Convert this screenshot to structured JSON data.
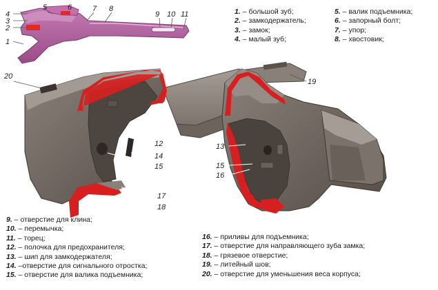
{
  "figure": {
    "callouts": [
      "1",
      "2",
      "3",
      "4",
      "5",
      "6",
      "7",
      "8",
      "9",
      "10",
      "11",
      "12",
      "13",
      "14",
      "15",
      "16",
      "17",
      "18",
      "19",
      "20"
    ]
  },
  "legend": {
    "top_left": [
      {
        "num": "1.",
        "text": " – большой зуб;"
      },
      {
        "num": "2.",
        "text": " – замкодержатель;"
      },
      {
        "num": "3.",
        "text": " – замок;"
      },
      {
        "num": "4.",
        "text": " – малый зуб;"
      }
    ],
    "top_right": [
      {
        "num": "5.",
        "text": " – валик подъемника;"
      },
      {
        "num": "6.",
        "text": " – запорный болт;"
      },
      {
        "num": "7.",
        "text": " – упор;"
      },
      {
        "num": "8.",
        "text": " – хвостовик;"
      }
    ],
    "bottom_left": [
      {
        "num": "9.",
        "text": " – отверстие для клина;"
      },
      {
        "num": "10.",
        "text": " – перемычка;"
      },
      {
        "num": "11.",
        "text": " – торец;"
      },
      {
        "num": "12.",
        "text": " – полочка для предохранителя;"
      },
      {
        "num": "13.",
        "text": " – шип для замкодержателя;"
      },
      {
        "num": "14.",
        "text": " –отверстие для сигнального отростка;"
      },
      {
        "num": "15.",
        "text": " – отверстие для валика подъемника;"
      }
    ],
    "bottom_right": [
      {
        "num": "16.",
        "text": " – приливы для подъемника;"
      },
      {
        "num": "17.",
        "text": " – отверстие для направляющего зуба замка;"
      },
      {
        "num": "18.",
        "text": " – грязевое отверстие;"
      },
      {
        "num": "19.",
        "text": " – литейный шов;"
      },
      {
        "num": "20.",
        "text": " – отверстие для уменьшения веса корпуса;"
      }
    ]
  },
  "colors": {
    "coupler_pink": "#b05a9a",
    "body_dark": "#5f5651",
    "body_mid": "#7b716b",
    "body_light": "#9b928c",
    "cut_red": "#d81f1f",
    "leader": "#ffffff"
  }
}
